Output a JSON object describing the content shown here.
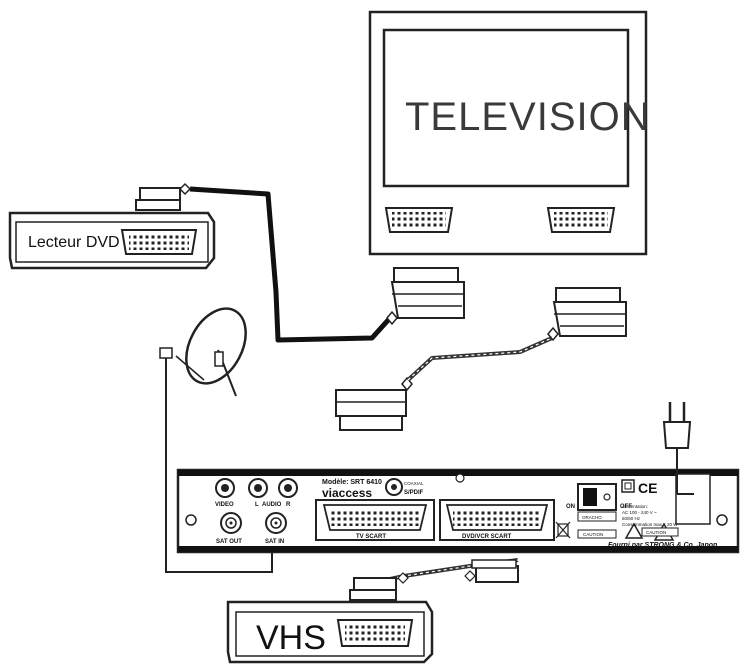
{
  "television": {
    "label": "TELEVISION"
  },
  "dvd_player": {
    "label": "Lecteur DVD"
  },
  "vhs": {
    "label": "VHS"
  },
  "receiver": {
    "model": "Modèle: SRT 6410",
    "brand": "viaccess",
    "coaxial": "COAXIAL",
    "spdif": "S/PDIF",
    "video": "VIDEO",
    "audio_l": "L",
    "audio": "AUDIO",
    "audio_r": "R",
    "sat_out": "SAT OUT",
    "sat_in": "SAT IN",
    "tv_scart": "TV SCART",
    "dvd_vcr_scart": "DVD/VCR SCART",
    "switch_on": "ON",
    "switch_off": "OFF",
    "power_label_1": "Alimentation:",
    "power_label_2": "AC 100 - 240 V ~",
    "power_label_3": "50/60 Hz",
    "power_label_4": "Consommation max. : 20 W",
    "oracho": "ORACHO",
    "caution_1": "CAUTION",
    "caution_2": "CAUTION",
    "ce_mark": "CE",
    "footer": "Fourni par STRONG & Co, Japon"
  },
  "icons": [
    "satellite-dish-icon",
    "power-plug-icon",
    "scart-plug-icon",
    "warning-triangle-icon",
    "weee-bin-icon"
  ]
}
